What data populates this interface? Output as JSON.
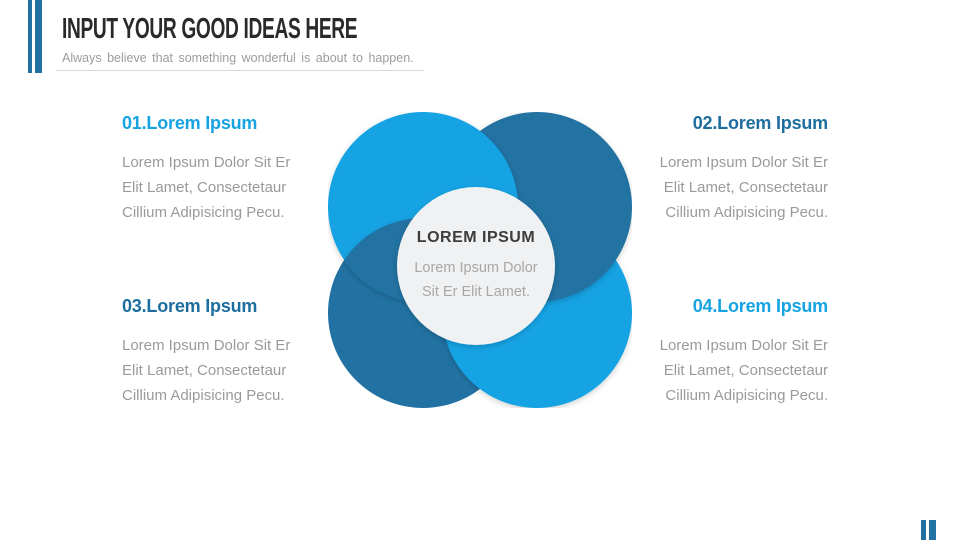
{
  "header": {
    "title": "INPUT YOUR GOOD IDEAS HERE",
    "subtitle": "Always believe that something wonderful is about to happen."
  },
  "blocks": [
    {
      "number_title": "01.Lorem Ipsum",
      "accent": "light",
      "lines": [
        "Lorem Ipsum Dolor Sit Er",
        "Elit Lamet, Consectetaur",
        "Cillium Adipisicing Pecu."
      ]
    },
    {
      "number_title": "02.Lorem Ipsum",
      "accent": "dark",
      "lines": [
        "Lorem Ipsum Dolor Sit Er",
        "Elit Lamet, Consectetaur",
        "Cillium Adipisicing Pecu."
      ]
    },
    {
      "number_title": "03.Lorem Ipsum",
      "accent": "dark",
      "lines": [
        "Lorem Ipsum Dolor Sit Er",
        "Elit Lamet, Consectetaur",
        "Cillium Adipisicing Pecu."
      ]
    },
    {
      "number_title": "04.Lorem Ipsum",
      "accent": "light",
      "lines": [
        "Lorem Ipsum Dolor Sit Er",
        "Elit Lamet, Consectetaur",
        "Cillium Adipisicing Pecu."
      ]
    }
  ],
  "center_circle": {
    "title": "LOREM IPSUM",
    "lines": [
      "Lorem Ipsum Dolor",
      "Sit Er Elit Lamet."
    ]
  },
  "colors": {
    "light_blue": "#12A3E4",
    "dark_blue": "#2172A2",
    "heading_light": "#16A3E2",
    "heading_dark": "#1D6E9E",
    "title_color": "#2A2A2A",
    "subtitle_gray": "#9C9C9C",
    "body_gray": "#9A9A9A",
    "rule_gray": "#D8D8D8",
    "center_gray": "#F0F1F2",
    "center_title": "#3C3C3C",
    "center_body": "#A8A8A8"
  }
}
